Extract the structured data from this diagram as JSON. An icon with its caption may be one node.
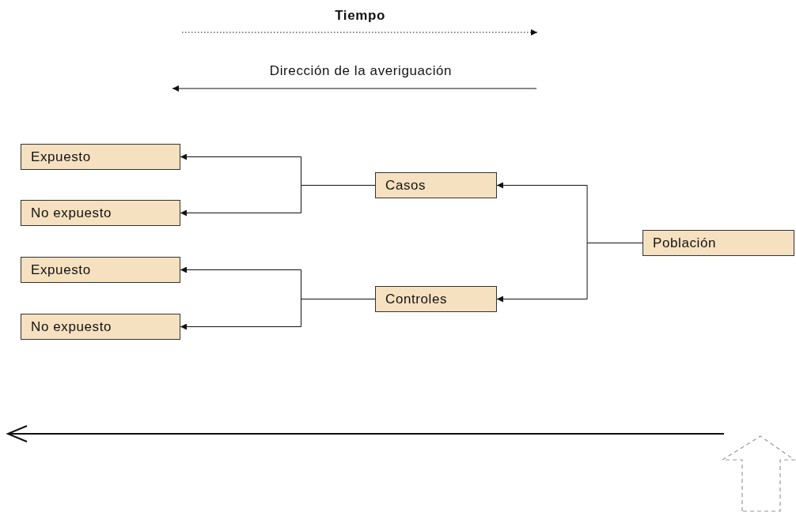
{
  "diagram": {
    "nodes": [
      {
        "text": [
          "Expuesto"
        ]
      },
      {
        "text": [
          "Casos"
        ]
      },
      {
        "text": [
          "No expuesto"
        ]
      },
      {
        "text": [
          "Población"
        ]
      },
      {
        "text": [
          "Expuesto"
        ]
      },
      {
        "text": [
          "Controles"
        ]
      },
      {
        "text": [
          "No expuesto"
        ]
      }
    ],
    "edges": [
      {
        "from": 3,
        "to": 1,
        "arrow": "to"
      },
      {
        "from": 3,
        "to": 5,
        "arrow": "to"
      },
      {
        "from": 1,
        "to": 0,
        "arrow": "to"
      },
      {
        "from": 1,
        "to": 2,
        "arrow": "to"
      },
      {
        "from": 5,
        "to": 4,
        "arrow": "to"
      },
      {
        "from": 5,
        "to": 6,
        "arrow": "to"
      }
    ],
    "labels": [
      "Tiempo",
      "Dirección de la averiguación"
    ]
  }
}
